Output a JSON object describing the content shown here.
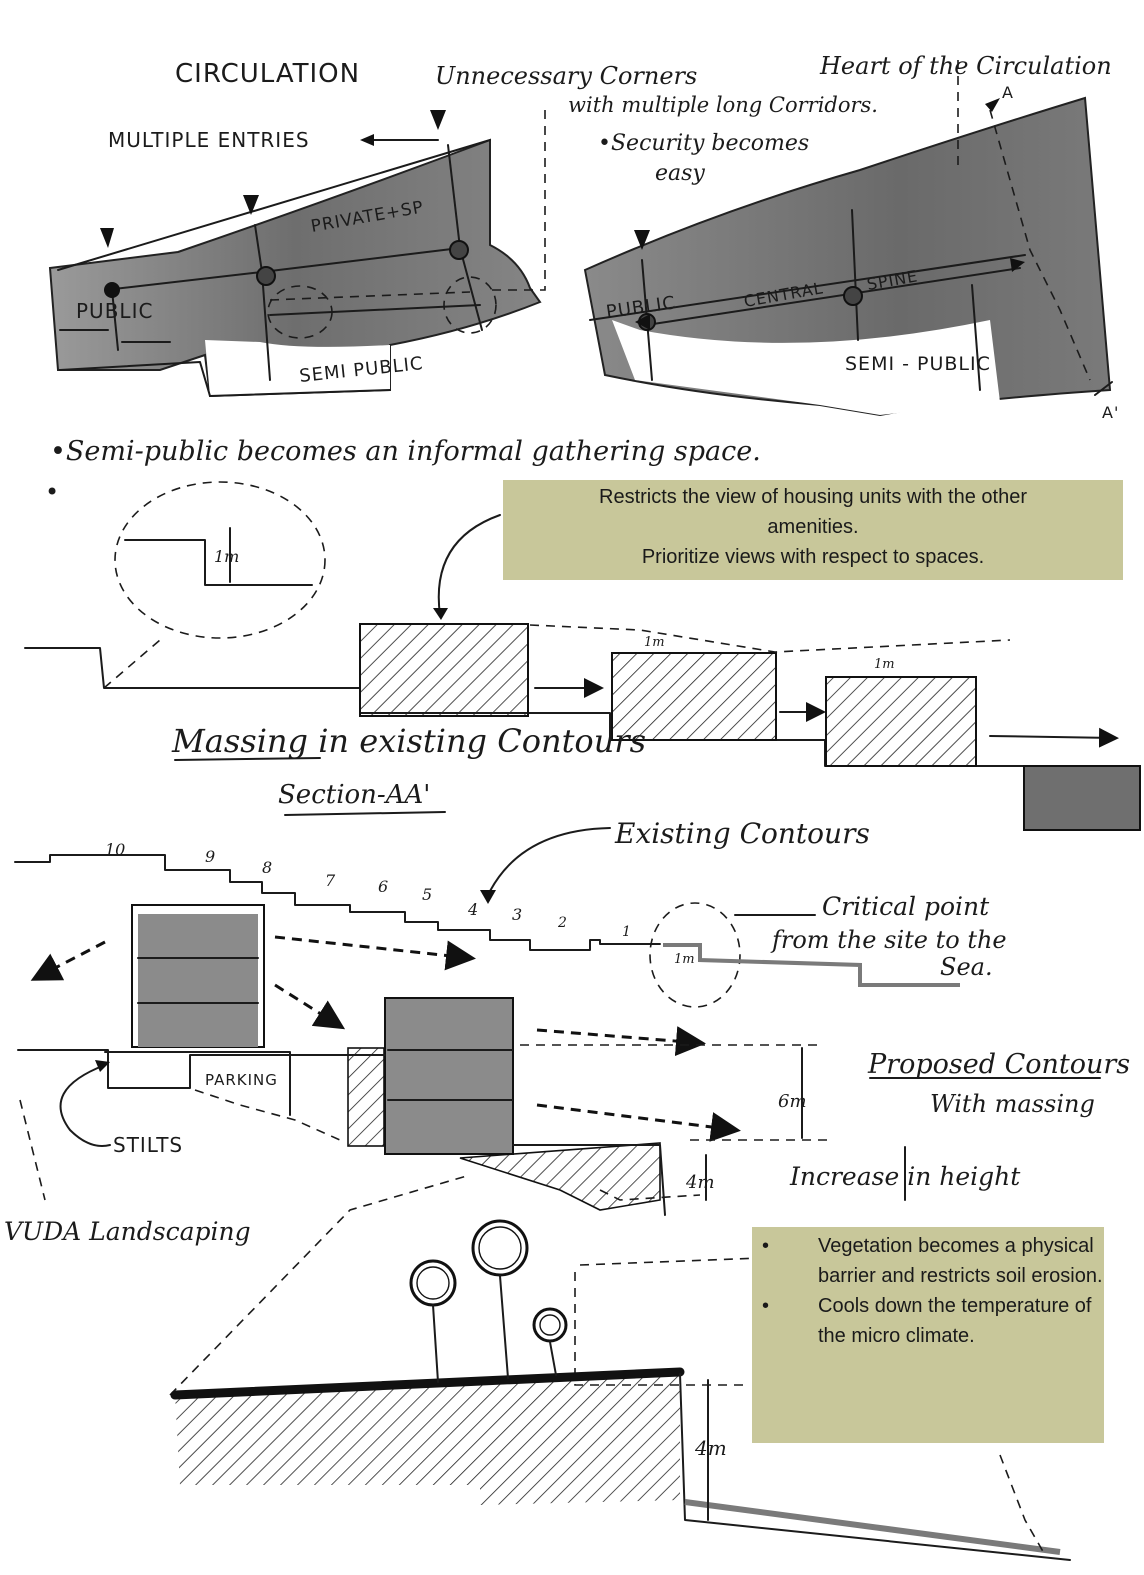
{
  "top": {
    "circulation_label": "CIRCULATION",
    "unnecessary_corners": "Unnecessary Corners",
    "long_corridors": "with multiple long Corridors.",
    "heart_label": "Heart of the Circulation",
    "security_line1": "•Security becomes",
    "security_line2": "easy",
    "multiple_entries": "MULTIPLE ENTRIES",
    "private_sp": "PRIVATE+SP",
    "public_left": "PUBLIC",
    "semi_public_left": "SEMI PUBLIC",
    "public_right": "PUBLIC",
    "central": "CENTRAL",
    "spine": "SPINE",
    "semi_public_right": "SEMI - PUBLIC",
    "section_a": "A",
    "section_a_prime": "A'"
  },
  "gathering_note": "•Semi-public becomes an informal gathering space.",
  "view_note": {
    "line1": "Restricts the view of housing units with the other",
    "line2": "amenities.",
    "line3": "Prioritize views with respect to spaces."
  },
  "massing": {
    "one_m_a": "1m",
    "one_m_b": "1m",
    "one_m_c": "1m",
    "title": "Massing in existing Contours",
    "section": "Section-AA'"
  },
  "contours": {
    "existing_label": "Existing Contours",
    "numbers": [
      "10",
      "9",
      "8",
      "7",
      "6",
      "5",
      "4",
      "3",
      "2",
      "1"
    ],
    "critical_line1": "Critical point",
    "critical_line2": "from the site to the",
    "critical_line3": "Sea.",
    "one_m": "1m",
    "parking": "PARKING",
    "stilts": "STILTS",
    "proposed_line1": "Proposed Contours",
    "proposed_line2": "With massing",
    "six_m": "6m",
    "four_m": "4m",
    "increase_height": "Increase in height"
  },
  "landscape": {
    "vuda_label": "VUDA Landscaping",
    "four_m": "4m"
  },
  "vegetation_note": {
    "items": [
      "Vegetation becomes a physical barrier and restricts soil erosion.",
      "Cools down the temperature of the micro climate."
    ]
  },
  "colors": {
    "shade": "#7d7d7d",
    "note_bg": "#c8c79a",
    "ink": "#1b1b1b"
  }
}
